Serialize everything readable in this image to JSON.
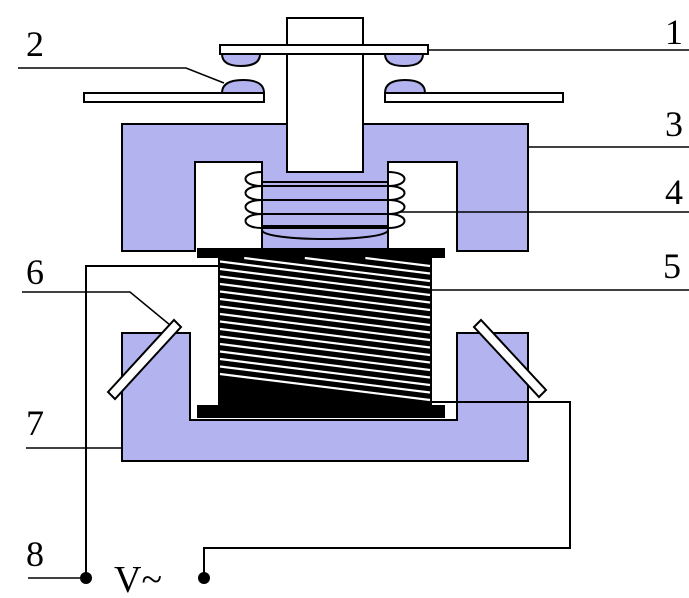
{
  "callouts": {
    "c1": "1",
    "c2": "2",
    "c3": "3",
    "c4": "4",
    "c5": "5",
    "c6": "6",
    "c7": "7",
    "c8": "8"
  },
  "supply_label": "V~",
  "colors": {
    "core_fill": "#b3b3f0",
    "contact_fill": "#b3b3f0",
    "bobbin": "#000000",
    "line": "#000000",
    "background": "#ffffff"
  }
}
